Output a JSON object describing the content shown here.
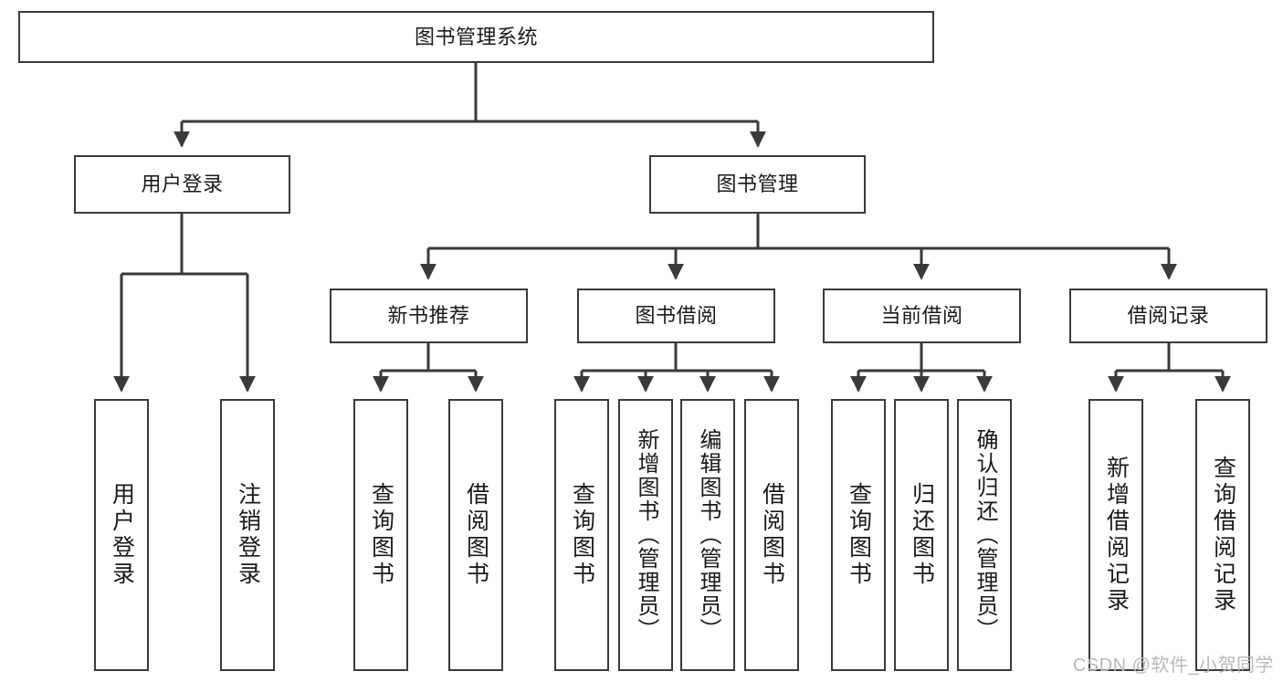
{
  "diagram": {
    "title": "图书管理系统",
    "watermark": "CSDN @软件_小贺同学",
    "line_color": "#3a3a3a",
    "box_fill": "#ffffff",
    "text_color": "#1a1a1a",
    "watermark_color": "#b9b9b9",
    "levels": {
      "root": {
        "label": "图书管理系统"
      },
      "level2": [
        {
          "label": "用户登录"
        },
        {
          "label": "图书管理"
        }
      ],
      "level3": [
        {
          "label": "新书推荐"
        },
        {
          "label": "图书借阅"
        },
        {
          "label": "当前借阅"
        },
        {
          "label": "借阅记录"
        }
      ],
      "leaves": {
        "user_login": [
          {
            "label": "用户登录"
          },
          {
            "label": "注销登录"
          }
        ],
        "new_book_recommend": [
          {
            "label": "查询图书"
          },
          {
            "label": "借阅图书"
          }
        ],
        "book_borrow": [
          {
            "label": "查询图书"
          },
          {
            "label": "新增图书（管理员）"
          },
          {
            "label": "编辑图书（管理员）"
          },
          {
            "label": "借阅图书"
          }
        ],
        "current_borrow": [
          {
            "label": "查询图书"
          },
          {
            "label": "归还图书"
          },
          {
            "label": "确认归还（管理员）"
          }
        ],
        "borrow_record": [
          {
            "label": "新增借阅记录"
          },
          {
            "label": "查询借阅记录"
          }
        ]
      }
    }
  }
}
